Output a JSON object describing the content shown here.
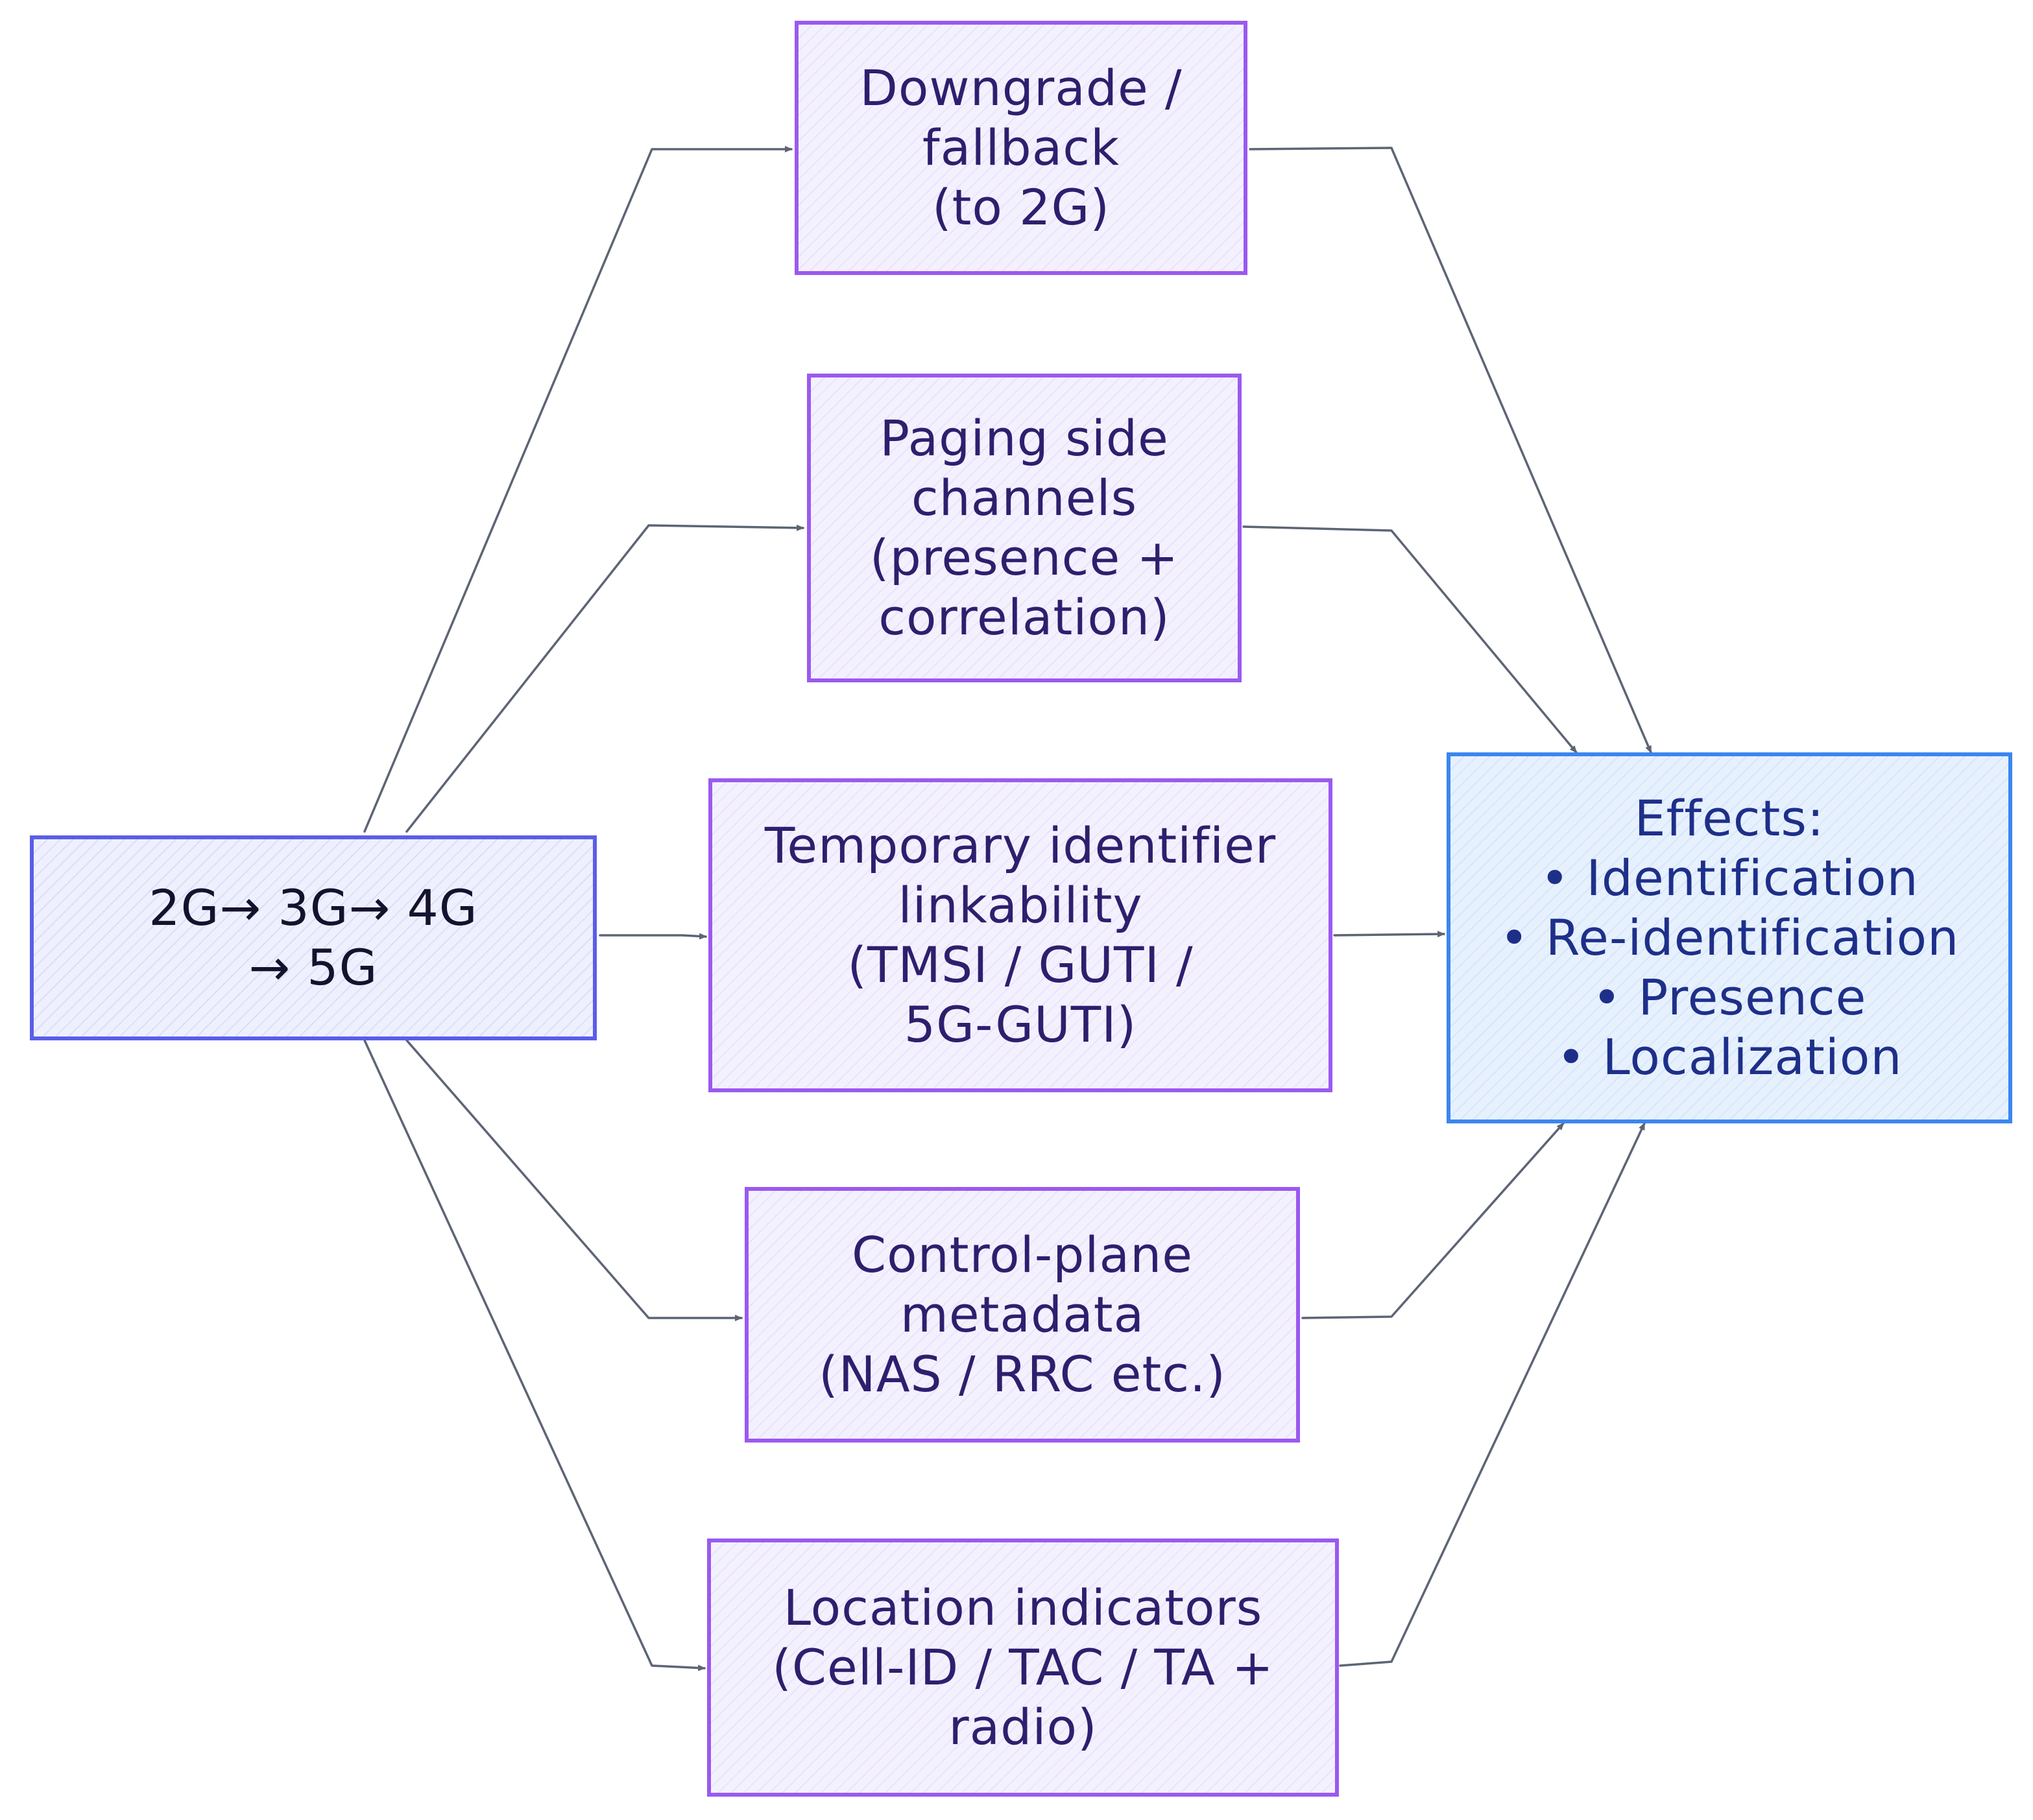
{
  "colors": {
    "edge": "#5d6575",
    "source_border": "#5a5ee8",
    "mid_border": "#9b59f0",
    "sink_border": "#3a86f0",
    "mid_text": "#2e1f6e",
    "sink_text": "#1e2f8a"
  },
  "nodes": {
    "generations": {
      "lines": [
        "2G→ 3G→ 4G",
        "→ 5G"
      ]
    },
    "downgrade": {
      "lines": [
        "Downgrade /",
        "fallback",
        "(to 2G)"
      ]
    },
    "paging": {
      "lines": [
        "Paging side",
        "channels",
        "(presence +",
        "correlation)"
      ]
    },
    "temp_id": {
      "lines": [
        "Temporary identifier",
        "linkability",
        "(TMSI / GUTI /",
        "5G-GUTI)"
      ]
    },
    "control_plane": {
      "lines": [
        "Control-plane",
        "metadata",
        "(NAS / RRC etc.)"
      ]
    },
    "location": {
      "lines": [
        "Location indicators",
        "(Cell-ID / TAC / TA +",
        "radio)"
      ]
    },
    "effects": {
      "lines": [
        "Effects:",
        "• Identification",
        "• Re-identification",
        "• Presence",
        "• Localization"
      ]
    }
  },
  "edges": [
    {
      "from": "generations",
      "to": "downgrade"
    },
    {
      "from": "generations",
      "to": "paging"
    },
    {
      "from": "generations",
      "to": "temp_id"
    },
    {
      "from": "generations",
      "to": "control_plane"
    },
    {
      "from": "generations",
      "to": "location"
    },
    {
      "from": "downgrade",
      "to": "effects"
    },
    {
      "from": "paging",
      "to": "effects"
    },
    {
      "from": "temp_id",
      "to": "effects"
    },
    {
      "from": "control_plane",
      "to": "effects"
    },
    {
      "from": "location",
      "to": "effects"
    }
  ]
}
